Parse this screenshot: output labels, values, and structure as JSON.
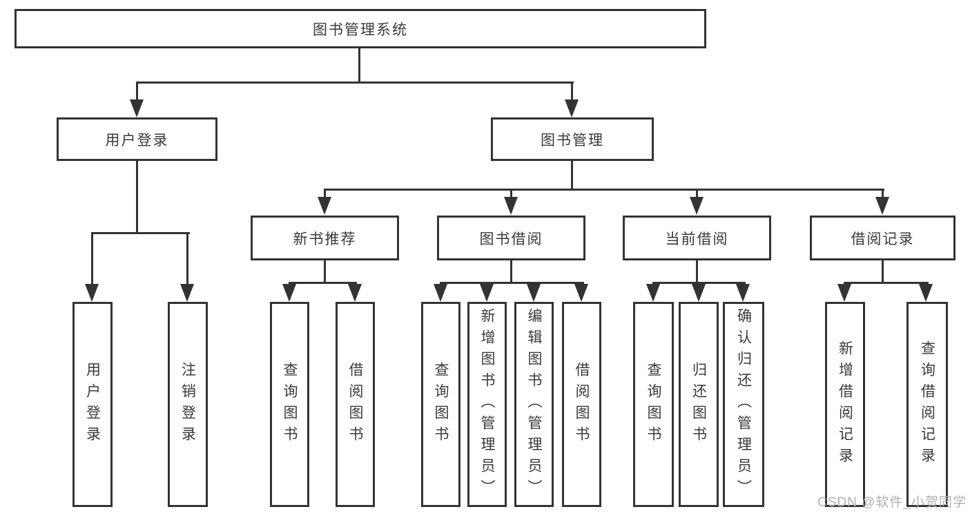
{
  "root": {
    "label": "图书管理系统"
  },
  "nodes": {
    "user_login": {
      "label": "用户登录"
    },
    "book_mgmt": {
      "label": "图书管理"
    },
    "new_book_rec": {
      "label": "新书推荐"
    },
    "book_borrow": {
      "label": "图书借阅"
    },
    "current_borrow": {
      "label": "当前借阅"
    },
    "borrow_records": {
      "label": "借阅记录"
    }
  },
  "leaves": {
    "g1": [
      "用户登录",
      "注销登录"
    ],
    "g2": [
      "查询图书",
      "借阅图书"
    ],
    "g3": [
      "查询图书",
      "新增图书（管理员）",
      "编辑图书（管理员）",
      "借阅图书"
    ],
    "g4": [
      "查询图书",
      "归还图书",
      "确认归还（管理员）"
    ],
    "g5": [
      "新增借阅记录",
      "查询借阅记录"
    ]
  },
  "watermark": {
    "text": "CSDN @软件_小贺同学"
  },
  "colors": {
    "line": "#333333",
    "text": "#3a3a3a",
    "watermark": "#aeb1b6",
    "background": "#ffffff"
  }
}
